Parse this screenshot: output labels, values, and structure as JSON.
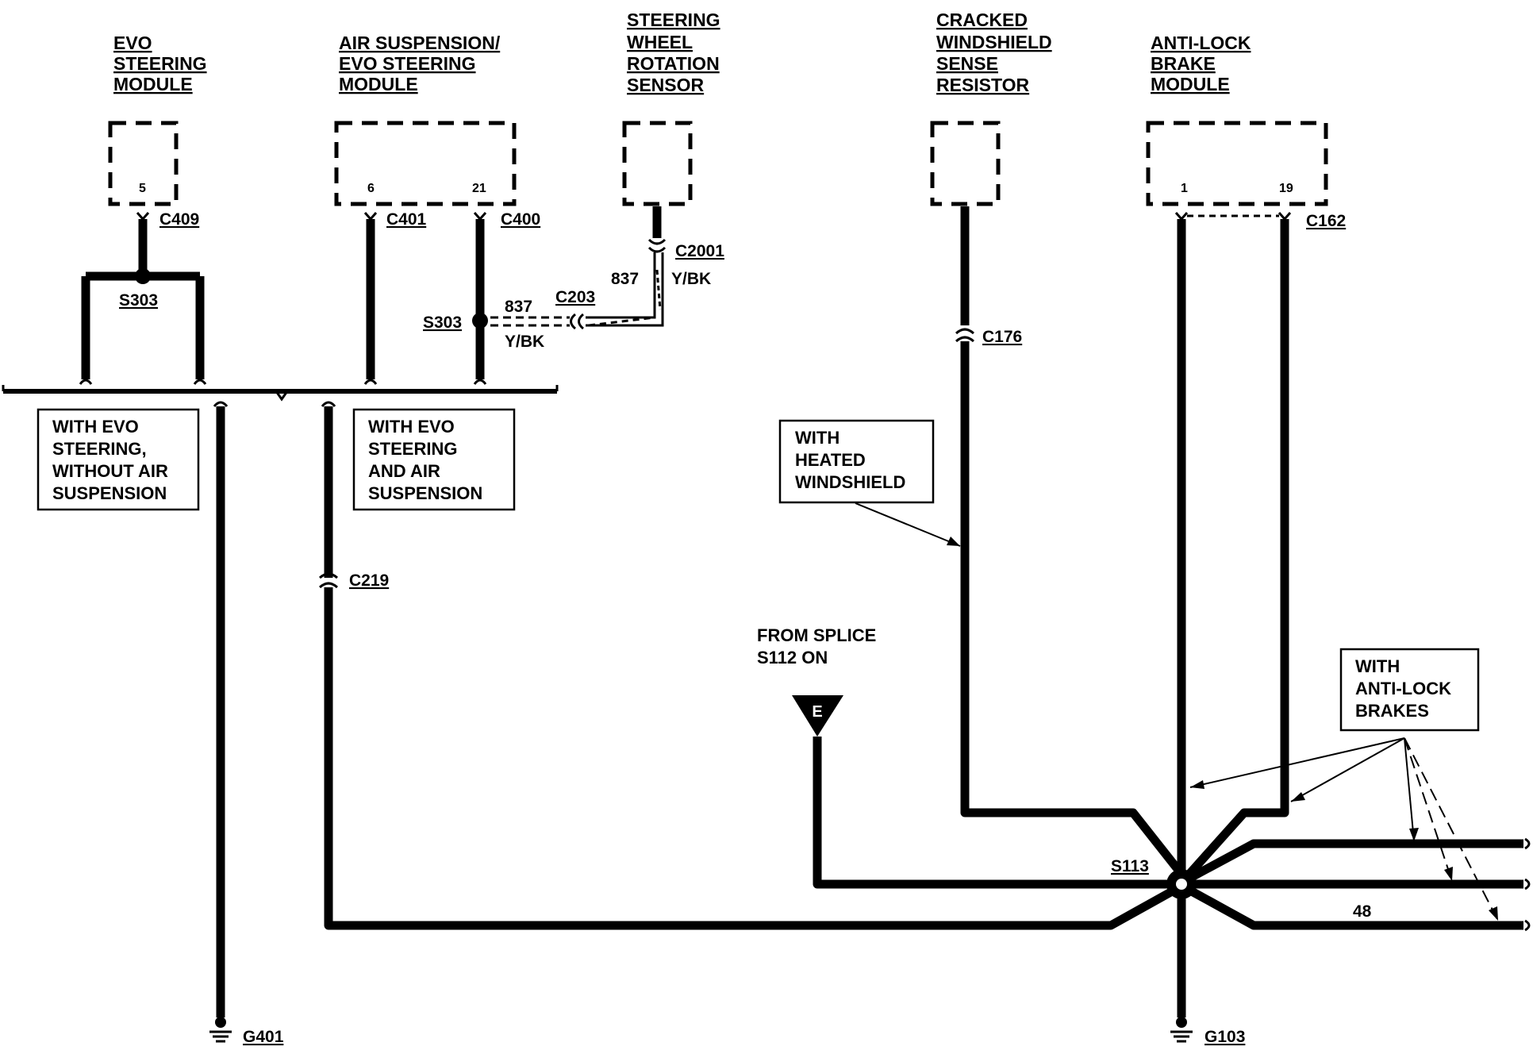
{
  "components": {
    "evo_module": {
      "title": [
        "EVO",
        "STEERING",
        "MODULE"
      ],
      "pin": "5",
      "connector": "C409"
    },
    "air_susp_module": {
      "title": [
        "AIR SUSPENSION/",
        "EVO STEERING",
        "MODULE"
      ],
      "pin_a": "6",
      "pin_b": "21",
      "connector_a": "C401",
      "connector_b": "C400"
    },
    "steering_sensor": {
      "title": [
        "STEERING",
        "WHEEL",
        "ROTATION",
        "SENSOR"
      ],
      "connector": "C2001"
    },
    "cracked_resistor": {
      "title": [
        "CRACKED",
        "WINDSHIELD",
        "SENSE",
        "RESISTOR"
      ]
    },
    "abs_module": {
      "title": [
        "ANTI-LOCK",
        "BRAKE",
        "MODULE"
      ],
      "pin_a": "1",
      "pin_b": "19",
      "connector": "C162"
    }
  },
  "wire_labels": {
    "circuit_a": "837",
    "color_a": "Y/BK",
    "circuit_b": "837",
    "color_b": "Y/BK",
    "c203": "C203",
    "c176": "C176",
    "c219": "C219",
    "circuit_48": "48"
  },
  "splices": {
    "s303_left": "S303",
    "s303_right": "S303",
    "s113": "S113"
  },
  "grounds": {
    "g401": "G401",
    "g103": "G103"
  },
  "notes": {
    "evo_no_air": [
      "WITH EVO",
      "STEERING,",
      "WITHOUT AIR",
      "SUSPENSION"
    ],
    "evo_air": [
      "WITH EVO",
      "STEERING",
      "AND AIR",
      "SUSPENSION"
    ],
    "heated_windshield": [
      "WITH",
      "HEATED",
      "WINDSHIELD"
    ],
    "anti_lock": [
      "WITH",
      "ANTI-LOCK",
      "BRAKES"
    ]
  },
  "from_splice": {
    "text": [
      "FROM SPLICE",
      "S112 ON"
    ],
    "marker": "E"
  },
  "colors": {
    "ink": "#000000",
    "paper": "#ffffff"
  }
}
